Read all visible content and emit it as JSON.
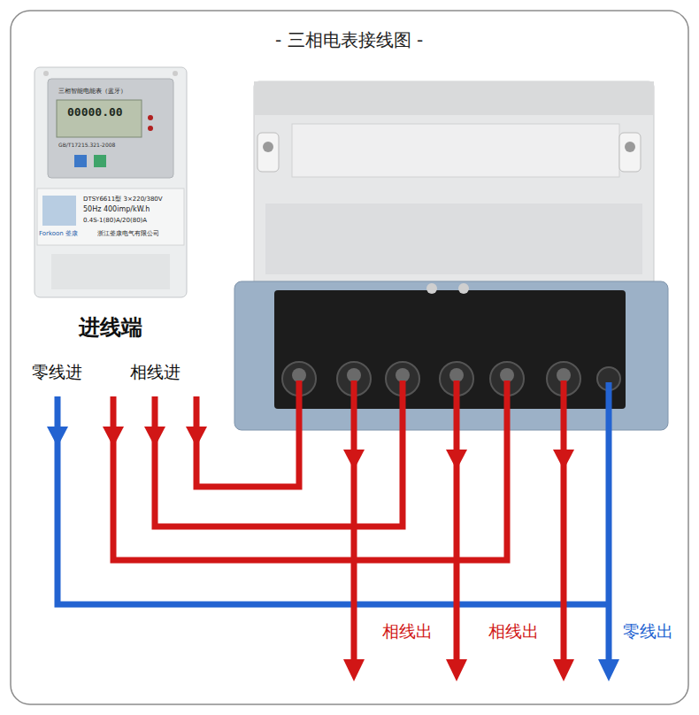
{
  "diagram": {
    "title": "- 三相电表接线图 -",
    "nodes": [
      {
        "text": [
          "三相智能电能表（蓝牙）",
          "00000.00",
          "GB/T17215.321-2008",
          "DTSY6611型 3×220/380V",
          "50Hz 400imp/kW.h",
          "0.4S-1(80)A/20(80)A",
          "Forkoon 釜康",
          "浙江釜康电气有限公司"
        ]
      }
    ],
    "labels": [
      "进线端",
      "零线进",
      "相线进",
      "相线出",
      "相线出",
      "零线出"
    ]
  }
}
